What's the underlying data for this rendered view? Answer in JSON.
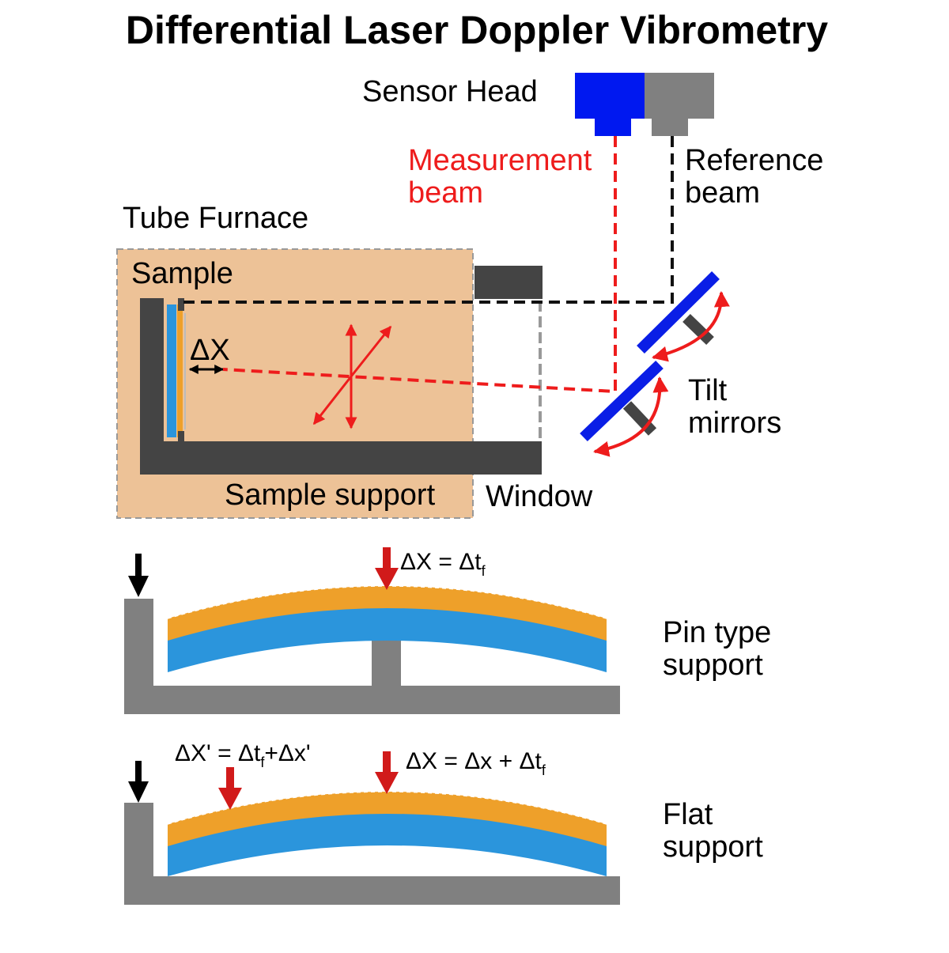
{
  "title": "Differential Laser Doppler Vibrometry",
  "labels": {
    "sensor_head": "Sensor Head",
    "measurement_beam_line1": "Measurement",
    "measurement_beam_line2": "beam",
    "reference_beam_line1": "Reference",
    "reference_beam_line2": "beam",
    "tube_furnace": "Tube Furnace",
    "sample": "Sample",
    "delta_x": "ΔX",
    "tilt_mirrors_line1": "Tilt",
    "tilt_mirrors_line2": "mirrors",
    "sample_support": "Sample support",
    "window": "Window",
    "pin_support_line1": "Pin type",
    "pin_support_line2": "support",
    "flat_support_line1": "Flat",
    "flat_support_line2": "support"
  },
  "equations": {
    "pin": {
      "main": "ΔX = Δt",
      "sub": "f"
    },
    "flat_edge": {
      "part1": "ΔX' = Δt",
      "sub": "f",
      "part2": "+Δx'"
    },
    "flat_center": {
      "main": "ΔX = Δx + Δt",
      "sub": "f"
    }
  },
  "colors": {
    "measurement_beam": "#ee1c1c",
    "reference_beam": "#111111",
    "sensor_measurement": "#0018f0",
    "sensor_reference": "#808080",
    "furnace_fill": "#edc297",
    "support_dark": "#444444",
    "support_grey": "#808080",
    "mirror_blue": "#0a1ee6",
    "sample_blue": "#2b95dc",
    "film_orange": "#eea02a",
    "arrow_red": "#d11a1a"
  }
}
